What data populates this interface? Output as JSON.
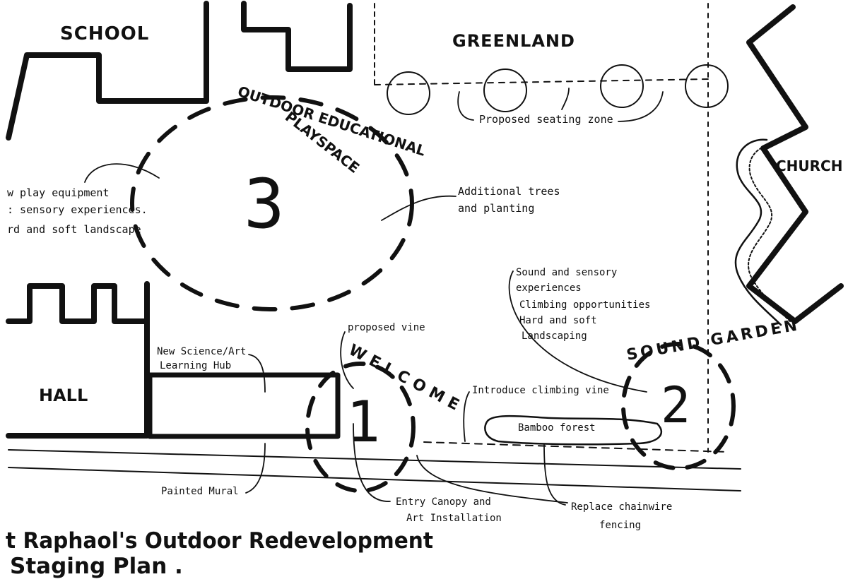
{
  "buildings": {
    "school": "SCHOOL",
    "hall": "HALL",
    "church": "CHURCH",
    "greenland": "GREENLAND"
  },
  "zones": {
    "zone3": {
      "number": "3",
      "label_line1": "OUTDOOR EDUCATIONAL",
      "label_line2": "PLAYSPACE"
    },
    "zone1": {
      "number": "1",
      "label": "WELCOME"
    },
    "zone2": {
      "number": "2",
      "label": "SOUND GARDEN"
    }
  },
  "notes": {
    "play": [
      "w play equipment",
      ": sensory experiences.",
      "rd and soft landscape"
    ],
    "trees": [
      "Additional trees",
      "and planting"
    ],
    "seating": "Proposed seating zone",
    "sound": [
      "Sound and sensory",
      "experiences",
      "Climbing opportunities",
      "Hard and soft",
      "Landscaping"
    ],
    "vine": "proposed vine",
    "hub": [
      "New Science/Art",
      "Learning Hub"
    ],
    "climbing_vine": "Introduce climbing vine",
    "bamboo": "Bamboo forest",
    "mural": "Painted Mural",
    "canopy": [
      "Entry Canopy and",
      "Art Installation"
    ],
    "fencing": [
      "Replace chainwire",
      "fencing"
    ]
  },
  "title": {
    "line1": "t Raphaol's Outdoor Redevelopment",
    "line2": "Staging Plan ."
  }
}
